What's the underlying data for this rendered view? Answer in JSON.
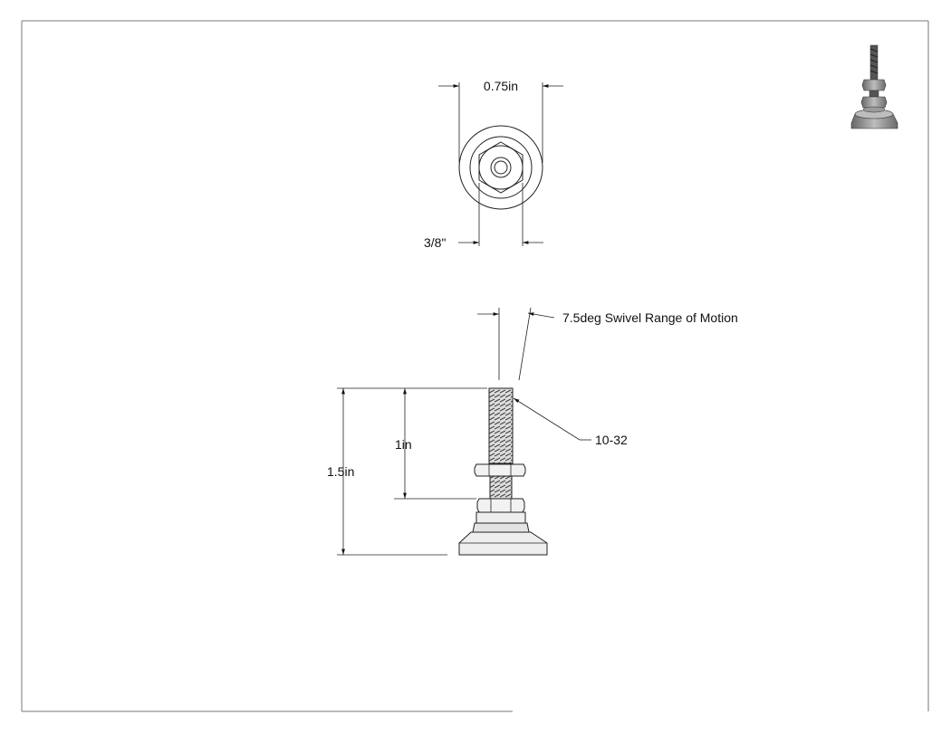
{
  "drawing": {
    "top_view": {
      "diameter_label": "0.75in",
      "hex_label": "3/8\""
    },
    "side_view": {
      "swivel_label": "7.5deg Swivel Range of Motion",
      "thread_label": "10-32",
      "thread_length_label": "1in",
      "overall_height_label": "1.5in"
    }
  },
  "colors": {
    "line": "#222222",
    "part_fill": "#e6e6e6",
    "thumbnail_fill": "#8a8a8a"
  }
}
